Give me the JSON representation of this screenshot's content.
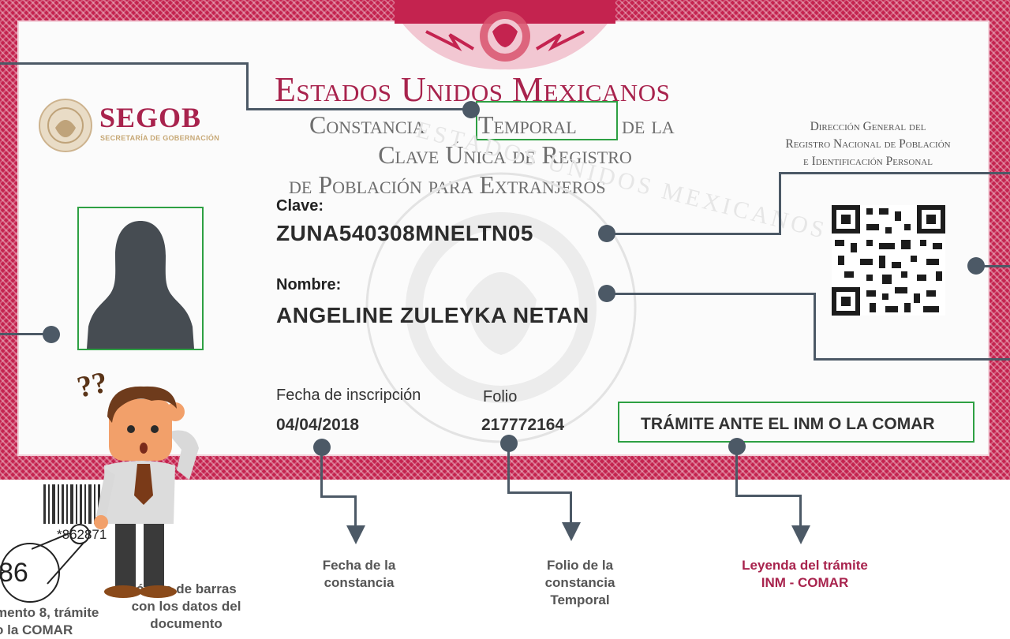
{
  "header": {
    "country": "Estados Unidos Mexicanos",
    "subtitle_line1_a": "Constancia",
    "subtitle_line1_b": "Temporal",
    "subtitle_line1_c": "de la",
    "subtitle_line2": "Clave Única de Registro",
    "subtitle_line3": "de Población para Extranjeros",
    "agency_name": "SEGOB",
    "agency_subtitle": "SECRETARÍA DE GOBERNACIÓN",
    "direction_line1": "Dirección General del",
    "direction_line2": "Registro Nacional de Población",
    "direction_line3": "e Identificación Personal",
    "watermark": "ESTADOS UNIDOS MEXICANOS"
  },
  "fields": {
    "clave_label": "Clave:",
    "clave_value": "ZUNA540308MNELTN05",
    "nombre_label": "Nombre:",
    "nombre_value": "ANGELINE ZULEYKA NETAN",
    "fecha_label": "Fecha de inscripción",
    "fecha_value": "04/04/2018",
    "folio_label": "Folio",
    "folio_value": "217772164",
    "tramite_legend": "TRÁMITE ANTE EL INM O LA COMAR"
  },
  "annotations": {
    "fecha_caption_1": "Fecha de la",
    "fecha_caption_2": "constancia",
    "folio_caption_1": "Folio de la",
    "folio_caption_2": "constancia",
    "folio_caption_3": "Temporal",
    "leyenda_caption_1": "Leyenda del trámite",
    "leyenda_caption_2": "INM - COMAR",
    "barcode_caption_1": "ódigo de barras",
    "barcode_caption_2": "con los datos del",
    "barcode_caption_3": "documento",
    "barcode_number": "*862871",
    "circle_number": "86",
    "circle_inline": "86",
    "left_caption_1": "mento 8, trámite",
    "left_caption_2": "o la COMAR"
  },
  "decor": {
    "question_marks": "??"
  },
  "colors": {
    "frame": "#c4234f",
    "title": "#a8234d",
    "highlight": "#2ea043",
    "callout": "#4c5966"
  }
}
